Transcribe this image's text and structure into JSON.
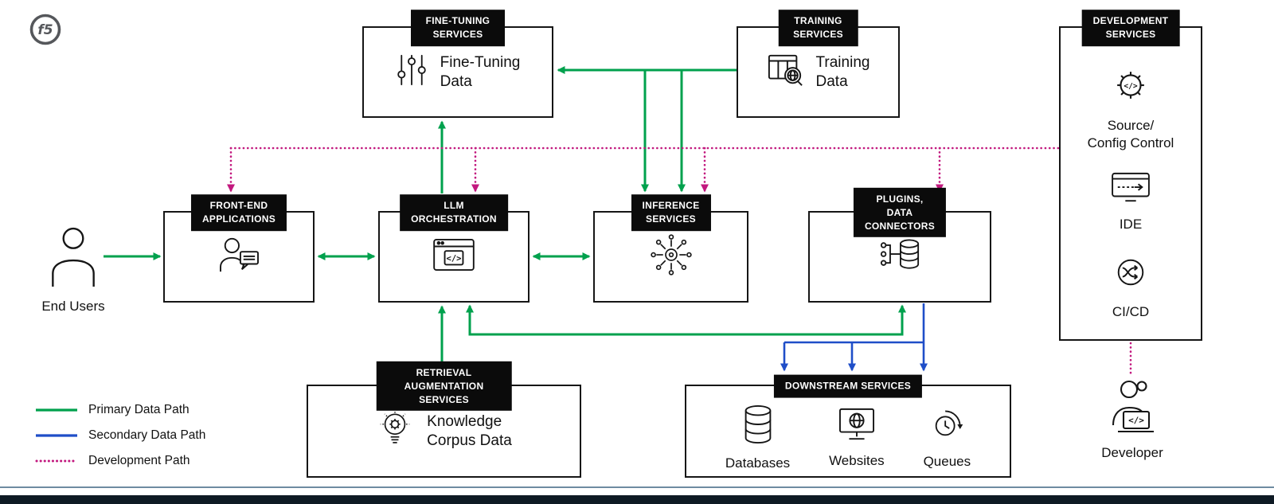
{
  "brand": {
    "logo_text": "f5"
  },
  "glyphs": {
    "code": "</>"
  },
  "colors": {
    "primary_path": "#00A14D",
    "secondary_path": "#1F4EC8",
    "development_path": "#C2187E",
    "node_header_bg": "#0B0B0B",
    "node_header_text": "#FFFFFF",
    "footer_bar": "#0E1A24"
  },
  "nodes": {
    "fine_tuning": {
      "header": "FINE-TUNING SERVICES",
      "label": "Fine-Tuning\nData",
      "icon": "sliders-icon"
    },
    "training": {
      "header": "TRAINING SERVICES",
      "label": "Training\nData",
      "icon": "training-data-icon"
    },
    "development": {
      "header": "DEVELOPMENT\nSERVICES",
      "items": [
        {
          "label": "Source/\nConfig Control",
          "icon": "gear-code-icon"
        },
        {
          "label": "IDE",
          "icon": "ide-icon"
        },
        {
          "label": "CI/CD",
          "icon": "cicd-icon"
        }
      ]
    },
    "front_end": {
      "header": "FRONT-END\nAPPLICATIONS",
      "icon": "user-chat-icon"
    },
    "llm_orchestration": {
      "header": "LLM\nORCHESTRATION",
      "icon": "code-window-icon"
    },
    "inference": {
      "header": "INFERENCE\nSERVICES",
      "icon": "neural-burst-icon"
    },
    "plugins": {
      "header": "PLUGINS,\nDATA CONNECTORS",
      "icon": "data-connector-icon"
    },
    "retrieval": {
      "header": "RETRIEVAL AUGMENTATION SERVICES",
      "label": "Knowledge\nCorpus Data",
      "icon": "knowledge-bulb-icon"
    },
    "downstream": {
      "header": "DOWNSTREAM SERVICES",
      "items": [
        {
          "label": "Databases",
          "icon": "database-icon"
        },
        {
          "label": "Websites",
          "icon": "website-icon"
        },
        {
          "label": "Queues",
          "icon": "queue-icon"
        }
      ]
    }
  },
  "actors": {
    "end_users": {
      "label": "End Users",
      "icon": "person-icon"
    },
    "developer": {
      "label": "Developer",
      "icon": "developer-icon"
    }
  },
  "legend": {
    "items": [
      {
        "label": "Primary Data Path",
        "style": "solid",
        "color": "#00A14D"
      },
      {
        "label": "Secondary Data Path",
        "style": "solid",
        "color": "#1F4EC8"
      },
      {
        "label": "Development Path",
        "style": "dotted",
        "color": "#C2187E"
      }
    ]
  }
}
